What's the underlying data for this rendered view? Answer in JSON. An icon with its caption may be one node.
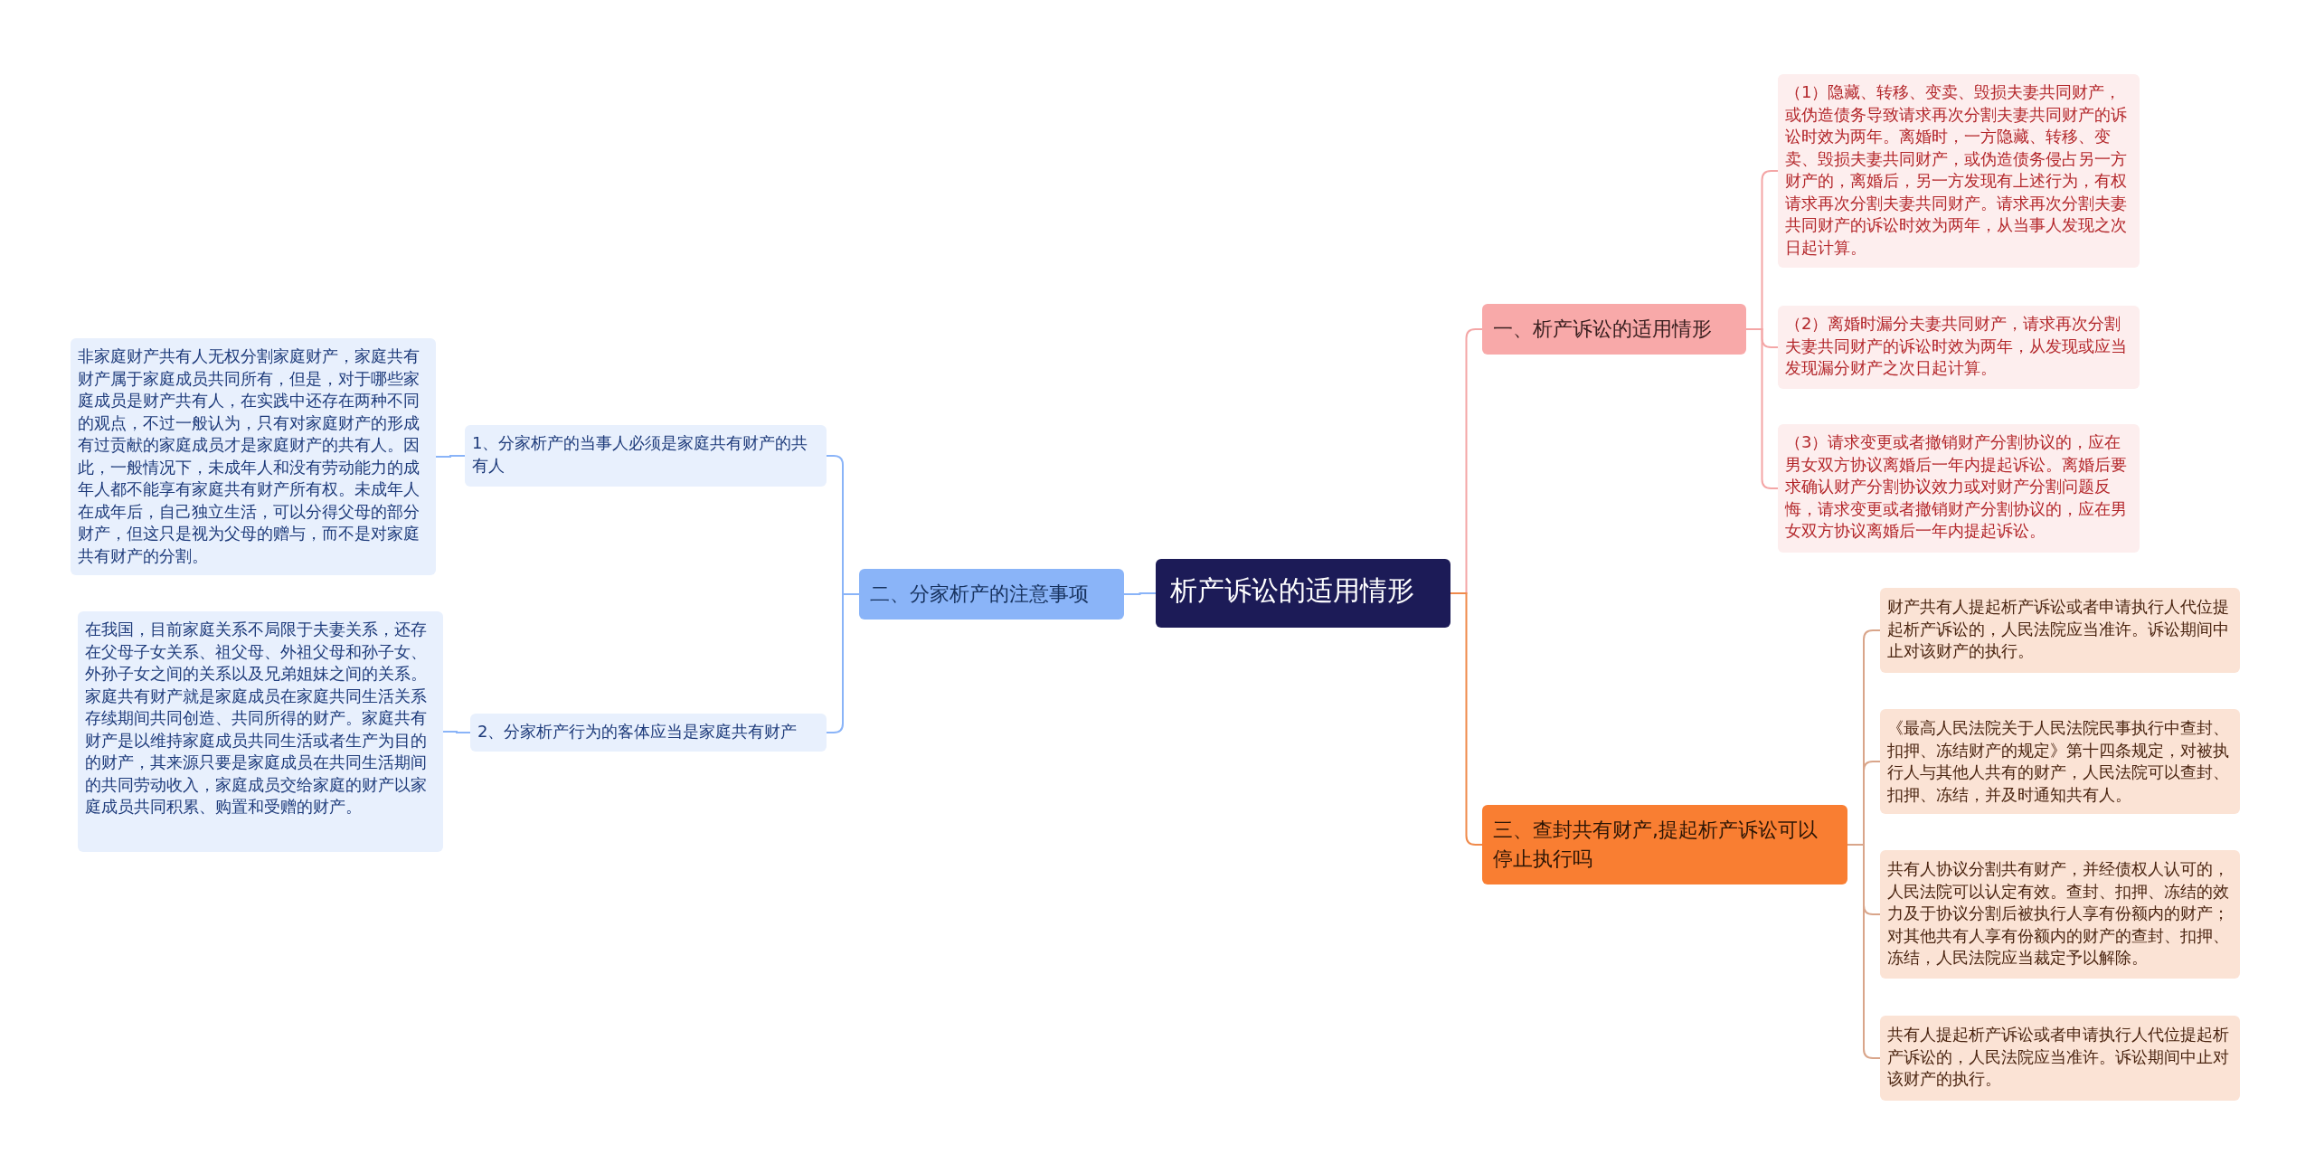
{
  "diagram": {
    "nodes": [
      {
        "text": [
          "析产诉讼的适用情形"
        ]
      },
      {
        "text": [
          "一、析产诉讼的适用情形"
        ]
      },
      {
        "text": [
          "（1）隐藏、转移、变卖、毁损夫妻共同财产，或伪造债务导致请求再次分割夫妻共同财产的诉讼时效为两年。离婚时，一方隐藏、转移、变卖、毁损夫妻共同财产，或伪造债务侵占另一方财产的，离婚后，另一方发现有上述行为，有权请求再次分割夫妻共同财产。请求再次分割夫妻共同财产的诉讼时效为两年，从当事人发现之次日起计算。"
        ]
      },
      {
        "text": [
          "（2）离婚时漏分夫妻共同财产，请求再次分割夫妻共同财产的诉讼时效为两年，从发现或应当发现漏分财产之次日起计算。"
        ]
      },
      {
        "text": [
          "（3）请求变更或者撤销财产分割协议的，应在男女双方协议离婚后一年内提起诉讼。离婚后要求确认财产分割协议效力或对财产分割问题反悔，请求变更或者撤销财产分割协议的，应在男女双方协议离婚后一年内提起诉讼。"
        ]
      },
      {
        "text": [
          "二、分家析产的注意事项"
        ]
      },
      {
        "text": [
          "1、分家析产的当事人必须是家庭共有财产的共有人"
        ]
      },
      {
        "text": [
          "非家庭财产共有人无权分割家庭财产，家庭共有财产属于家庭成员共同所有，但是，对于哪些家庭成员是财产共有人，在实践中还存在两种不同的观点，不过一般认为，只有对家庭财产的形成有过贡献的家庭成员才是家庭财产的共有人。因此，一般情况下，未成年人和没有劳动能力的成年人都不能享有家庭共有财产所有权。未成年人在成年后，自己独立生活，可以分得父母的部分财产，但这只是视为父母的赠与，而不是对家庭共有财产的分割。"
        ]
      },
      {
        "text": [
          "2、分家析产行为的客体应当是家庭共有财产"
        ]
      },
      {
        "text": [
          "在我国，目前家庭关系不局限于夫妻关系，还存在父母子女关系、祖父母、外祖父母和孙子女、外孙子女之间的关系以及兄弟姐妹之间的关系。家庭共有财产就是家庭成员在家庭共同生活关系存续期间共同创造、共同所得的财产。家庭共有财产是以维持家庭成员共同生活或者生产为目的的财产，其来源只要是家庭成员在共同生活期间的共同劳动收入，家庭成员交给家庭的财产以家庭成员共同积累、购置和受赠的财产。"
        ]
      },
      {
        "text": [
          "三、查封共有财产,提起析产诉讼可以停止执行吗"
        ]
      },
      {
        "text": [
          "财产共有人提起析产诉讼或者申请执行人代位提起析产诉讼的，人民法院应当准许。诉讼期间中止对该财产的执行。"
        ]
      },
      {
        "text": [
          "《最高人民法院关于人民法院民事执行中查封、扣押、冻结财产的规定》第十四条规定，对被执行人与其他人共有的财产，人民法院可以查封、扣押、冻结，并及时通知共有人。"
        ]
      },
      {
        "text": [
          "共有人协议分割共有财产，并经债权人认可的，人民法院可以认定有效。查封、扣押、冻结的效力及于协议分割后被执行人享有份额内的财产；对其他共有人享有份额内的财产的查封、扣押、冻结，人民法院应当裁定予以解除。"
        ]
      },
      {
        "text": [
          "共有人提起析产诉讼或者申请执行人代位提起析产诉讼的，人民法院应当准许。诉讼期间中止对该财产的执行。"
        ]
      }
    ],
    "edges": [
      {
        "from": 0,
        "to": 1,
        "arrow": "none",
        "color": "#f4a6a6"
      },
      {
        "from": 1,
        "to": 2,
        "arrow": "none",
        "color": "#f4a6a6"
      },
      {
        "from": 1,
        "to": 3,
        "arrow": "none",
        "color": "#f4a6a6"
      },
      {
        "from": 1,
        "to": 4,
        "arrow": "none",
        "color": "#f4a6a6"
      },
      {
        "from": 0,
        "to": 5,
        "arrow": "none",
        "color": "#8ab4f8"
      },
      {
        "from": 5,
        "to": 6,
        "arrow": "none",
        "color": "#8ab4f8"
      },
      {
        "from": 6,
        "to": 7,
        "arrow": "none",
        "color": "#8ab4f8"
      },
      {
        "from": 5,
        "to": 8,
        "arrow": "none",
        "color": "#8ab4f8"
      },
      {
        "from": 8,
        "to": 9,
        "arrow": "none",
        "color": "#8ab4f8"
      },
      {
        "from": 0,
        "to": 10,
        "arrow": "none",
        "color": "#f08a4b"
      },
      {
        "from": 10,
        "to": 11,
        "arrow": "none",
        "color": "#d9a58a"
      },
      {
        "from": 10,
        "to": 12,
        "arrow": "none",
        "color": "#d9a58a"
      },
      {
        "from": 10,
        "to": 13,
        "arrow": "none",
        "color": "#d9a58a"
      },
      {
        "from": 10,
        "to": 14,
        "arrow": "none",
        "color": "#d9a58a"
      }
    ]
  }
}
